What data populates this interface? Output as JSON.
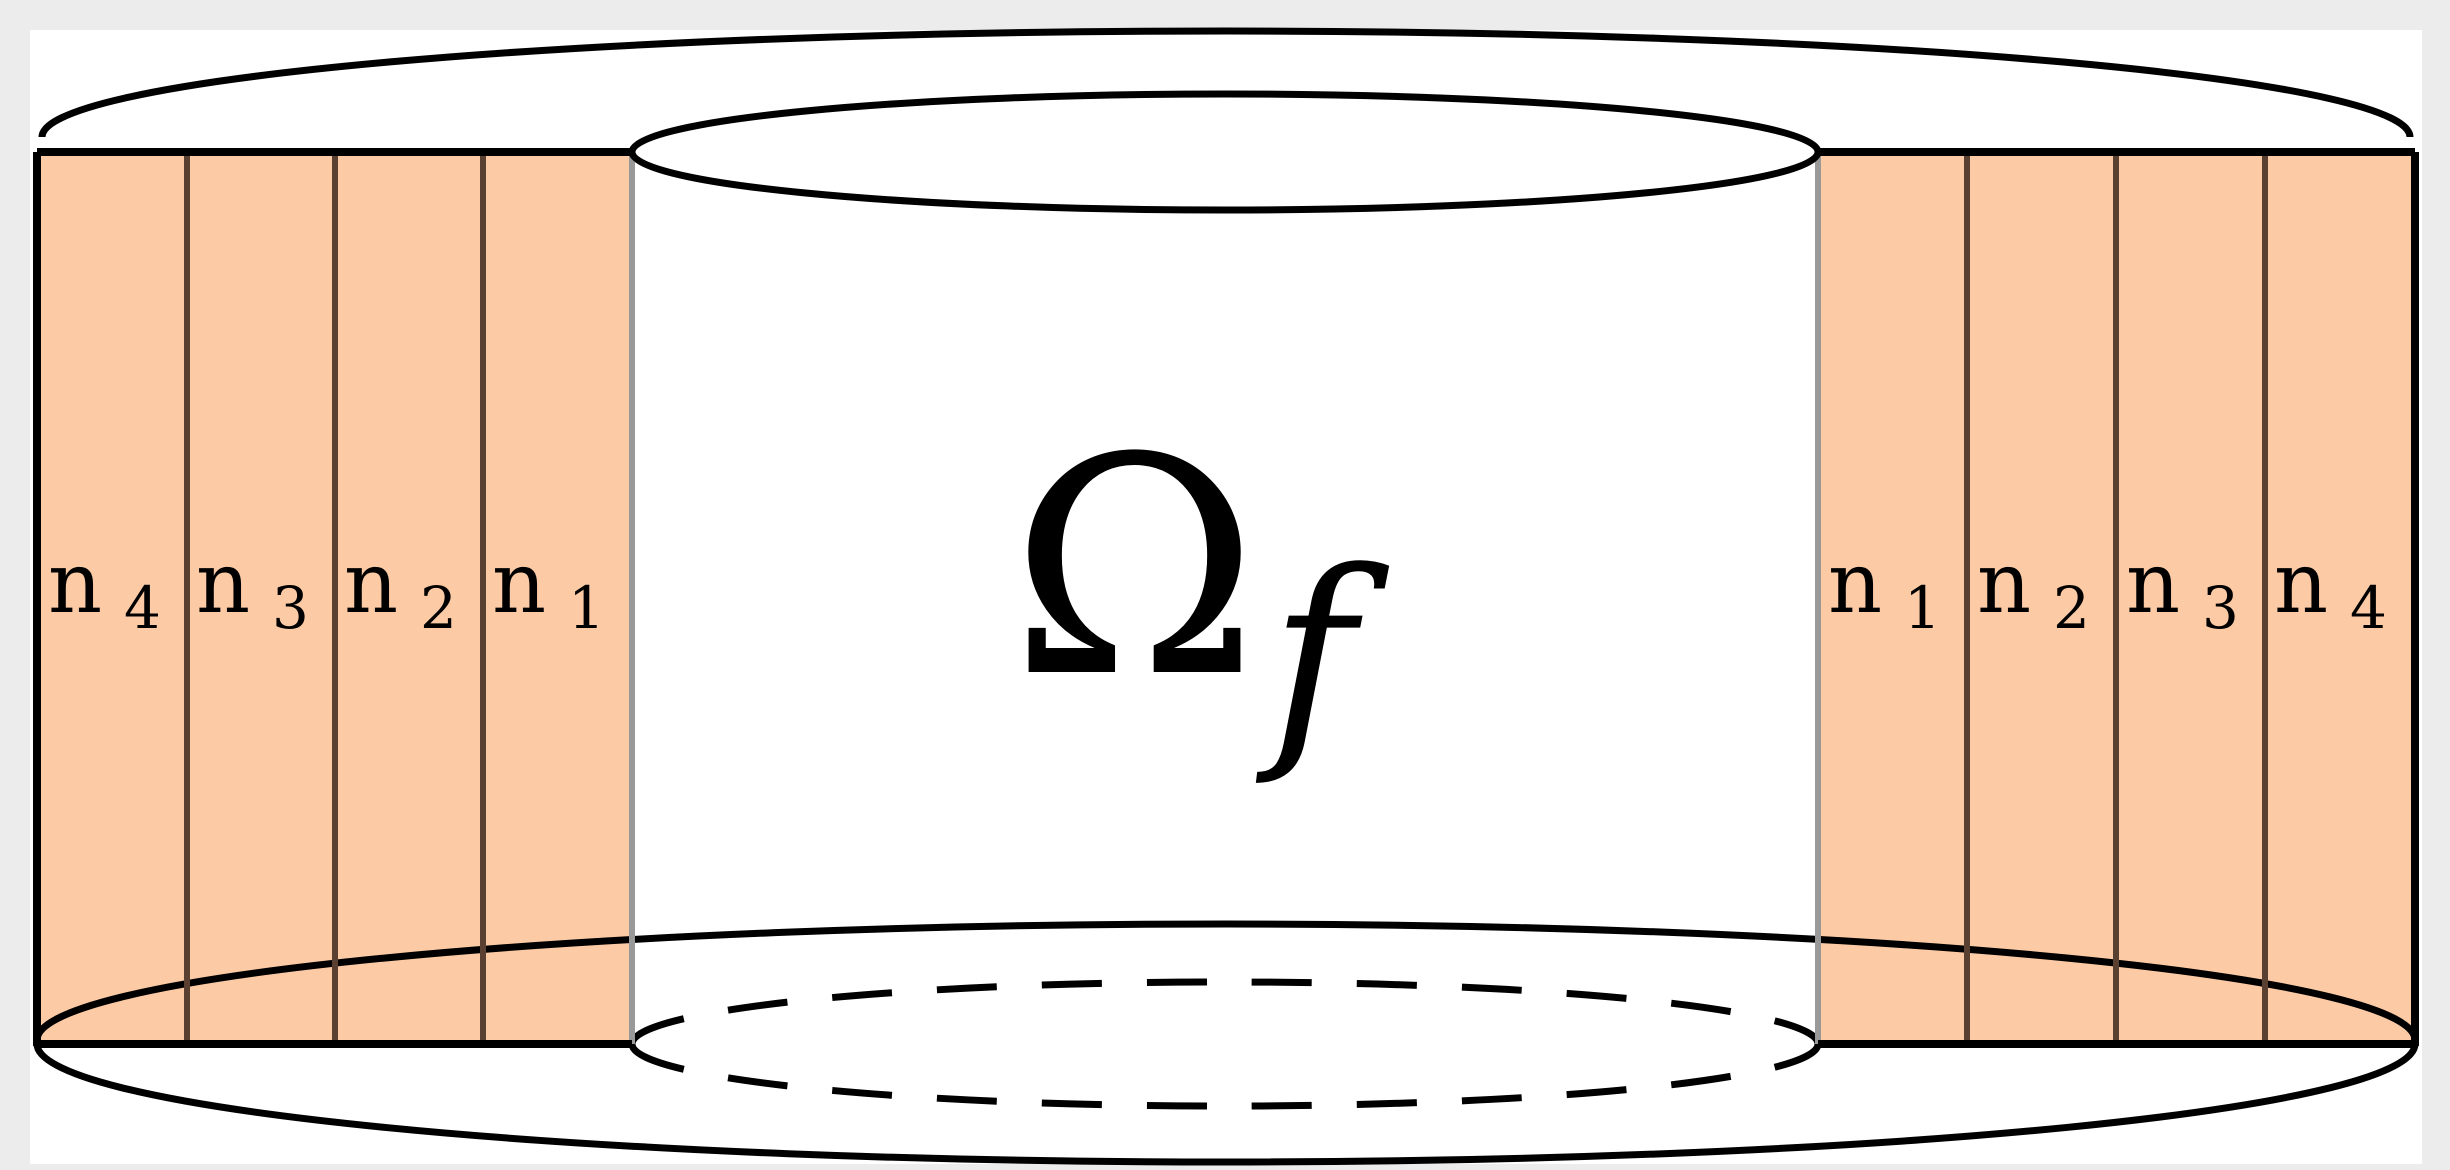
{
  "diagram": {
    "domain_label": "Ω",
    "domain_subscript": "f",
    "layer_symbol": "n",
    "left_layers": [
      {
        "subscript": "4"
      },
      {
        "subscript": "3"
      },
      {
        "subscript": "2"
      },
      {
        "subscript": "1"
      }
    ],
    "right_layers": [
      {
        "subscript": "1"
      },
      {
        "subscript": "2"
      },
      {
        "subscript": "3"
      },
      {
        "subscript": "4"
      }
    ],
    "colors": {
      "layer_fill": "#fccba5",
      "layer_divider": "#5a4030",
      "outline": "#000000",
      "background": "#ffffff",
      "frame": "#ececec"
    }
  }
}
